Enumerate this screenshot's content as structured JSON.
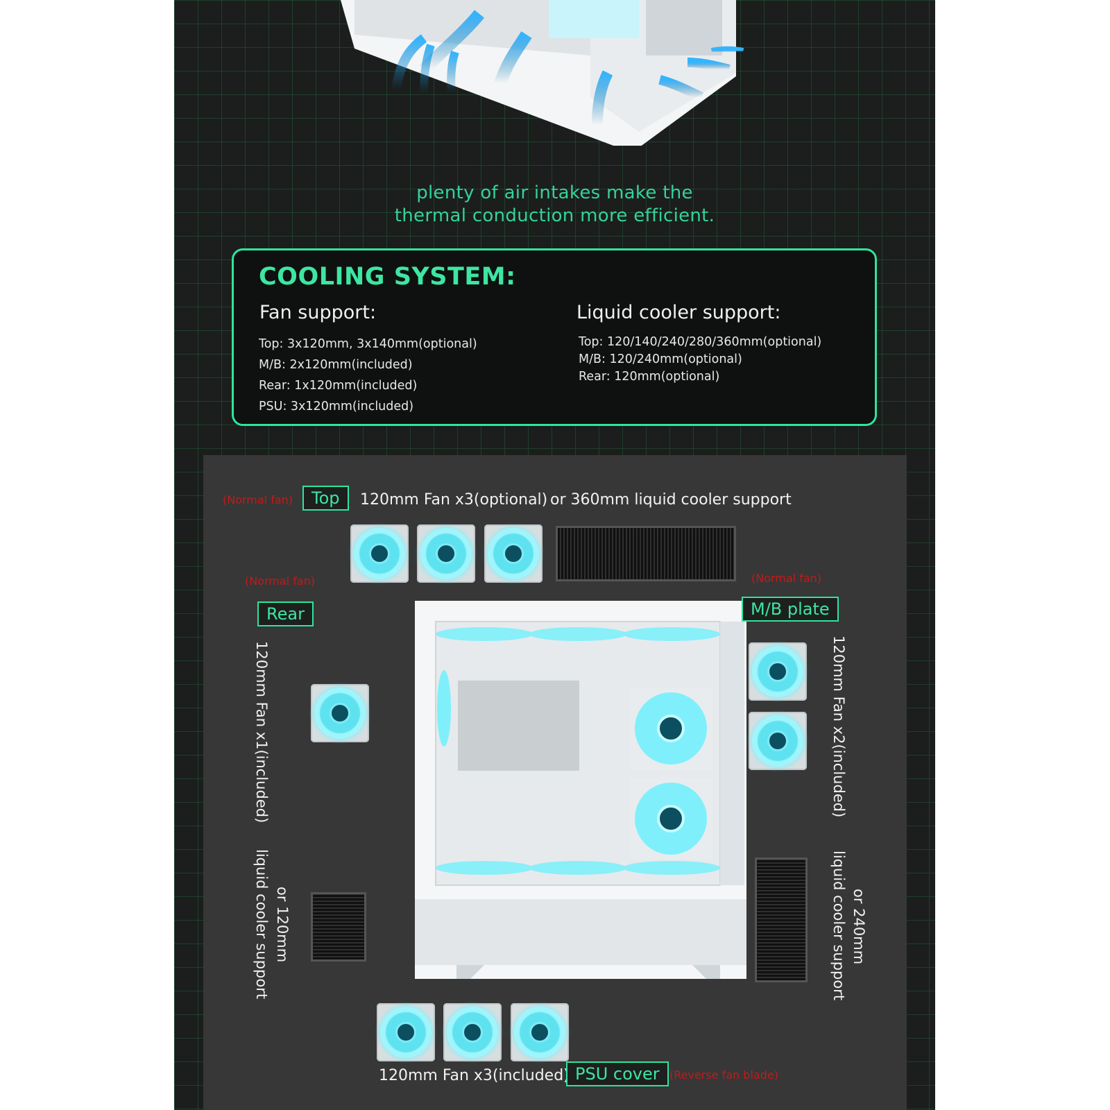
{
  "tagline": {
    "line1": "plenty of air intakes make the",
    "line2": "thermal conduction more efficient."
  },
  "cooling": {
    "title": "COOLING SYSTEM:",
    "fan_support": {
      "heading": "Fan support:",
      "items": [
        "Top: 3x120mm, 3x140mm(optional)",
        "M/B: 2x120mm(included)",
        "Rear: 1x120mm(included)",
        "PSU: 3x120mm(included)"
      ]
    },
    "liquid_support": {
      "heading": "Liquid cooler support:",
      "items": [
        "Top: 120/140/240/280/360mm(optional)",
        "M/B: 120/240mm(optional)",
        "Rear: 120mm(optional)"
      ]
    }
  },
  "diagram": {
    "top": {
      "note": "(Normal fan)",
      "tag": "Top",
      "fan_text": "120mm Fan x3(optional)",
      "liquid_text": "or 360mm liquid cooler support"
    },
    "rear": {
      "note": "(Normal fan)",
      "tag": "Rear",
      "fan_text": "120mm Fan x1(included)",
      "liquid_text_1": "or 120mm",
      "liquid_text_2": "liquid cooler support"
    },
    "mb": {
      "note": "(Normal fan)",
      "tag": "M/B plate",
      "fan_text": "120mm Fan  x2(included)",
      "liquid_text_1": "or 240mm",
      "liquid_text_2": "liquid cooler support"
    },
    "psu": {
      "fan_text": "120mm Fan x3(included)",
      "tag": "PSU cover",
      "note": "(Reverse fan blade)"
    }
  },
  "colors": {
    "accent_green": "#2ee59d",
    "note_red": "#c21a1a",
    "fan_cyan": "#5fe2f0",
    "panel_gray": "#373737"
  }
}
